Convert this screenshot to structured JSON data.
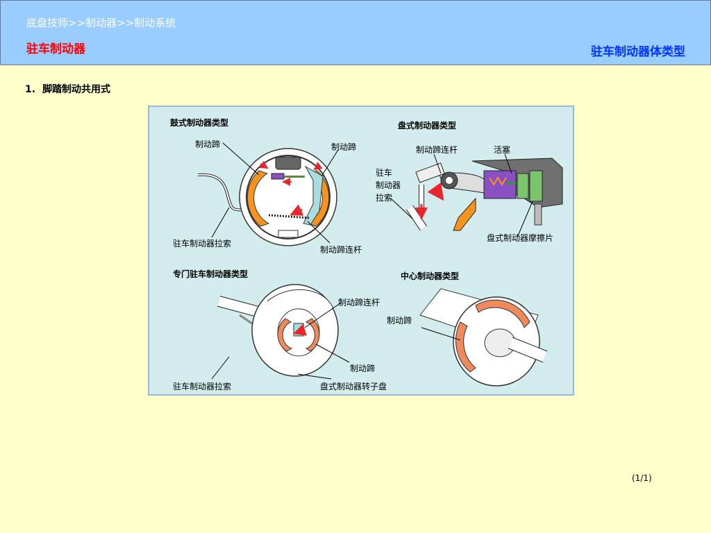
{
  "header": {
    "breadcrumb": "底盘技师>>制动器>>制动系统",
    "title": "驻车制动器",
    "section": "驻车制动器体类型"
  },
  "heading": {
    "number": "1.",
    "text": "脚踏制动共用式"
  },
  "figure": {
    "drum": {
      "title": "鼓式制动器类型",
      "shoe_left": "制动蹄",
      "shoe_right": "制动蹄",
      "cable": "驻车制动器拉索",
      "strut": "制动蹄连杆"
    },
    "disc": {
      "title": "盘式制动器类型",
      "strut": "制动蹄连杆",
      "piston": "活塞",
      "cable_line1": "驻车",
      "cable_line2": "制动器",
      "cable_line3": "拉索",
      "pad": "盘式制动器摩擦片"
    },
    "dedicated": {
      "title": "专门驻车制动器类型",
      "strut": "制动蹄连杆",
      "shoe": "制动蹄",
      "cable": "驻车制动器拉索",
      "rotor": "盘式制动器转子盘"
    },
    "center": {
      "title": "中心制动器类型",
      "shoe": "制动蹄"
    }
  },
  "page_number": "(1/1)",
  "colors": {
    "header_bg": "#99ccff",
    "page_bg": "#ffffcc",
    "title_red": "#ff0000",
    "section_blue": "#0033ff",
    "figure_bg": "#d3eced",
    "shoe_orange": "#f7941d",
    "arrow_red": "#e8262b"
  }
}
